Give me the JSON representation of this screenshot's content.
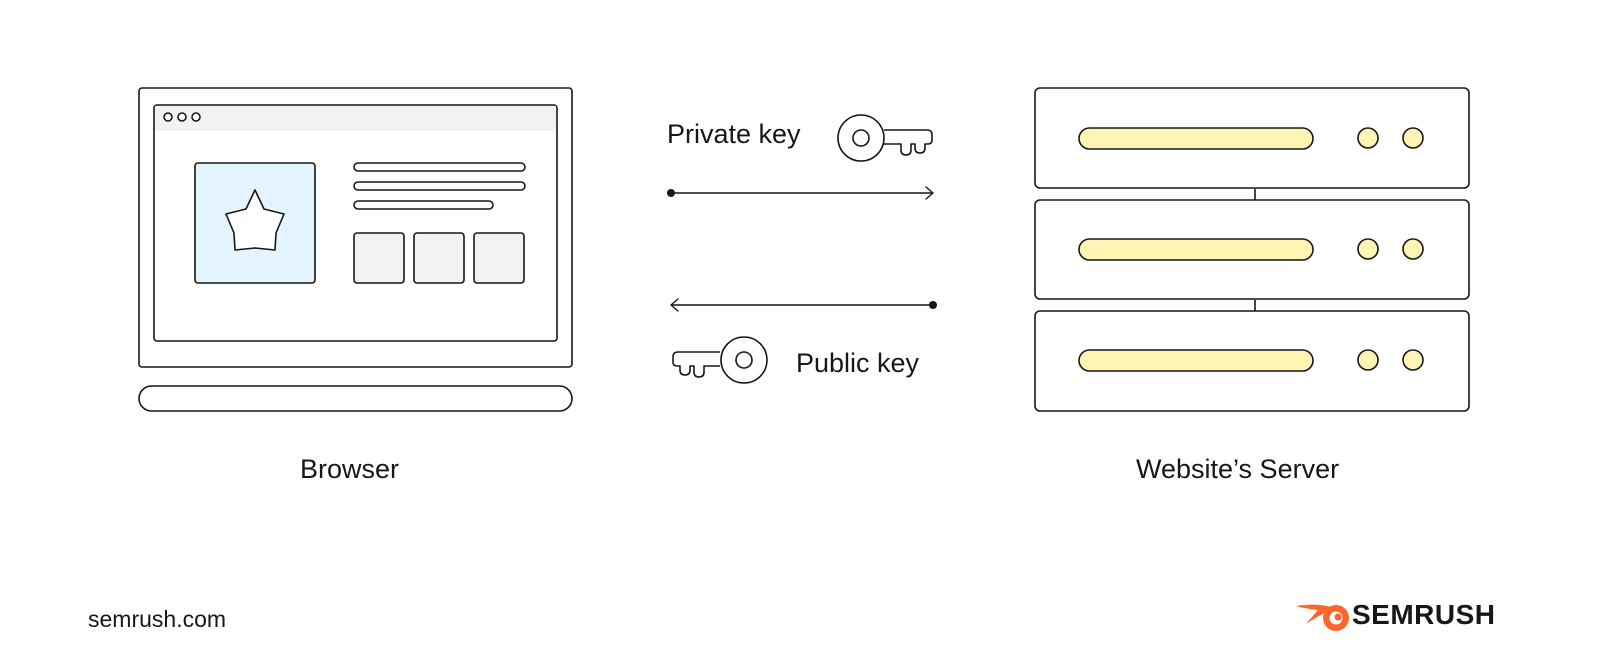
{
  "diagram": {
    "browser": {
      "label": "Browser",
      "window_dots": 3,
      "image_icon": "star-icon",
      "text_lines": 3,
      "thumbnails": 3
    },
    "server": {
      "label": "Website’s Server",
      "units": 3,
      "lights_per_unit": 2
    },
    "keys": {
      "private_label": "Private key",
      "private_direction": "browser-to-server",
      "public_label": "Public key",
      "public_direction": "server-to-browser",
      "key_icon": "key-icon"
    }
  },
  "footer": {
    "url": "semrush.com",
    "brand": "SEMRUSH",
    "brand_icon": "semrush-flame-icon"
  },
  "colors": {
    "outline": "#171717",
    "screen_bar": "#f2f2f2",
    "image_panel": "#e3f4fd",
    "thumbnail": "#f2f2f2",
    "server_bar": "#fff4b3",
    "server_light": "#fff4b3",
    "brand_orange": "#ff642d"
  }
}
